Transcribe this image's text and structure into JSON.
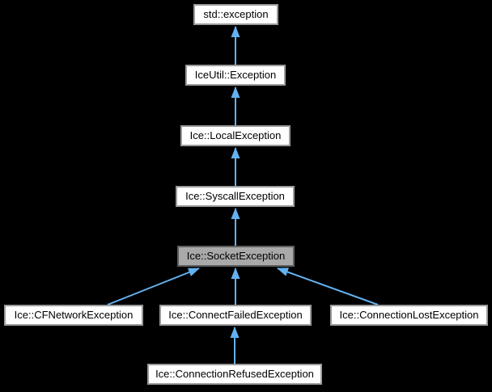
{
  "diagram": {
    "type": "class-inheritance-graph",
    "background_color": "#000000",
    "arrow_color": "#63b1f1",
    "node_fill": "#ffffff",
    "node_border": "#9b9b9b",
    "selected_node_fill": "#a9a9a9",
    "selected_node_border": "#5e5e5e",
    "text_color": "#000000",
    "selected_node": "Ice::SocketException",
    "nodes": [
      {
        "label": "std::exception",
        "selected": false
      },
      {
        "label": "IceUtil::Exception",
        "selected": false
      },
      {
        "label": "Ice::LocalException",
        "selected": false
      },
      {
        "label": "Ice::SyscallException",
        "selected": false
      },
      {
        "label": "Ice::SocketException",
        "selected": true
      },
      {
        "label": "Ice::CFNetworkException",
        "selected": false
      },
      {
        "label": "Ice::ConnectFailedException",
        "selected": false
      },
      {
        "label": "Ice::ConnectionLostException",
        "selected": false
      },
      {
        "label": "Ice::ConnectionRefusedException",
        "selected": false
      }
    ],
    "edges": [
      {
        "from": "IceUtil::Exception",
        "to": "std::exception"
      },
      {
        "from": "Ice::LocalException",
        "to": "IceUtil::Exception"
      },
      {
        "from": "Ice::SyscallException",
        "to": "Ice::LocalException"
      },
      {
        "from": "Ice::SocketException",
        "to": "Ice::SyscallException"
      },
      {
        "from": "Ice::CFNetworkException",
        "to": "Ice::SocketException"
      },
      {
        "from": "Ice::ConnectFailedException",
        "to": "Ice::SocketException"
      },
      {
        "from": "Ice::ConnectionLostException",
        "to": "Ice::SocketException"
      },
      {
        "from": "Ice::ConnectionRefusedException",
        "to": "Ice::ConnectFailedException"
      }
    ]
  }
}
